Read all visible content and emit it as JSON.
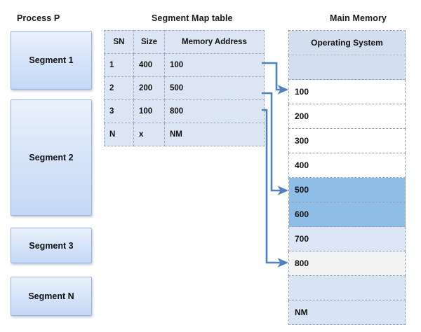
{
  "titles": {
    "process": "Process P",
    "segment_map": "Segment Map table",
    "main_memory": "Main Memory"
  },
  "process": {
    "segments": [
      {
        "label": "Segment 1"
      },
      {
        "label": "Segment 2"
      },
      {
        "label": "Segment 3"
      },
      {
        "label": "Segment N"
      }
    ]
  },
  "segment_map_table": {
    "headers": [
      "SN",
      "Size",
      "Memory Address"
    ],
    "rows": [
      {
        "sn": "1",
        "size": "400",
        "address": "100"
      },
      {
        "sn": "2",
        "size": "200",
        "address": "500"
      },
      {
        "sn": "3",
        "size": "100",
        "address": "800"
      },
      {
        "sn": "N",
        "size": "x",
        "address": "NM"
      }
    ]
  },
  "main_memory": {
    "cells": [
      {
        "label": "Operating System",
        "state": "os"
      },
      {
        "label": "",
        "state": "osblank"
      },
      {
        "label": "100",
        "state": "free"
      },
      {
        "label": "200",
        "state": "free"
      },
      {
        "label": "300",
        "state": "free"
      },
      {
        "label": "400",
        "state": "free"
      },
      {
        "label": "500",
        "state": "used"
      },
      {
        "label": "600",
        "state": "used"
      },
      {
        "label": "700",
        "state": "lightblue"
      },
      {
        "label": "800",
        "state": "offwhite"
      },
      {
        "label": "",
        "state": "pale"
      },
      {
        "label": "NM",
        "state": "pale"
      }
    ]
  },
  "connectors": [
    {
      "name": "arrow-seg1-to-100",
      "from_row": "1",
      "to_cell": "100"
    },
    {
      "name": "arrow-seg2-to-500",
      "from_row": "2",
      "to_cell": "500"
    },
    {
      "name": "arrow-seg3-to-800",
      "from_row": "3",
      "to_cell": "800"
    }
  ],
  "colors": {
    "accent": "#4f81bd",
    "table_fill": "#dbe5f3",
    "memory_used": "#8ebde5",
    "memory_os": "#d3dfef",
    "segment_border": "#9ab6de"
  }
}
